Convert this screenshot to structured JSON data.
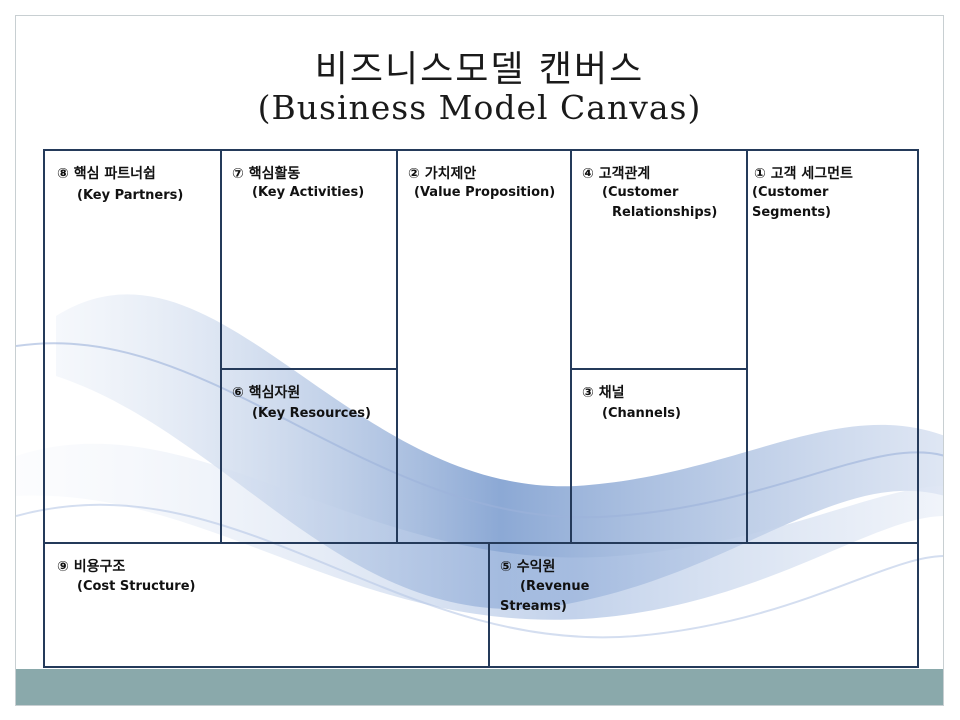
{
  "title": {
    "korean": "비즈니스모델 캔버스",
    "english": "(Business Model Canvas)"
  },
  "blocks": {
    "key_partners": {
      "ko": "⑧ 핵심 파트너쉽",
      "en": "(Key Partners)"
    },
    "key_activities": {
      "ko": "⑦ 핵심활동",
      "en": "(Key Activities)"
    },
    "value_proposition": {
      "ko": "② 가치제안",
      "en": "(Value Proposition)"
    },
    "customer_rel": {
      "ko": "④ 고객관계",
      "en1": "(Customer",
      "en2": "Relationships)"
    },
    "customer_seg": {
      "ko": "① 고객 세그먼트",
      "en1": "(Customer",
      "en2": "Segments)"
    },
    "key_resources": {
      "ko": "⑥ 핵심자원",
      "en": "(Key Resources)"
    },
    "channels": {
      "ko": "③ 채널",
      "en": "(Channels)"
    },
    "cost_structure": {
      "ko": "⑨ 비용구조",
      "en": "(Cost Structure)"
    },
    "revenue": {
      "ko": "⑤ 수익원",
      "en1": "(Revenue",
      "en2": "Streams)"
    }
  },
  "colors": {
    "border": "#243a5a",
    "bottom_bar": "#8aa9ab",
    "swoosh": "#7f9fd0"
  }
}
